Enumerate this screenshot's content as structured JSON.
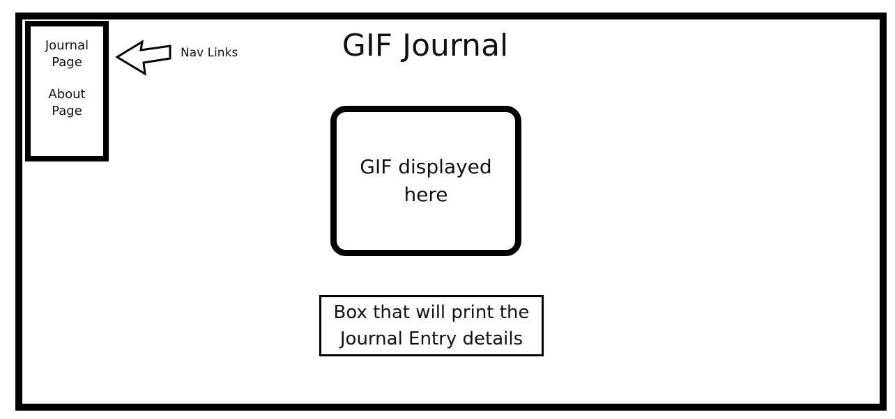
{
  "nav": {
    "journal_link": [
      "Journal",
      "Page"
    ],
    "about_link": [
      "About",
      "Page"
    ]
  },
  "annotation": {
    "label": "Nav Links",
    "arrow_icon": "left-arrow-icon"
  },
  "header": {
    "title": "GIF Journal"
  },
  "gif_placeholder": {
    "text": [
      "GIF displayed",
      "here"
    ]
  },
  "details_box": {
    "text": [
      "Box that will print the",
      "Journal Entry details"
    ]
  },
  "colors": {
    "border": "#000000",
    "background": "#ffffff",
    "text": "#111111"
  }
}
